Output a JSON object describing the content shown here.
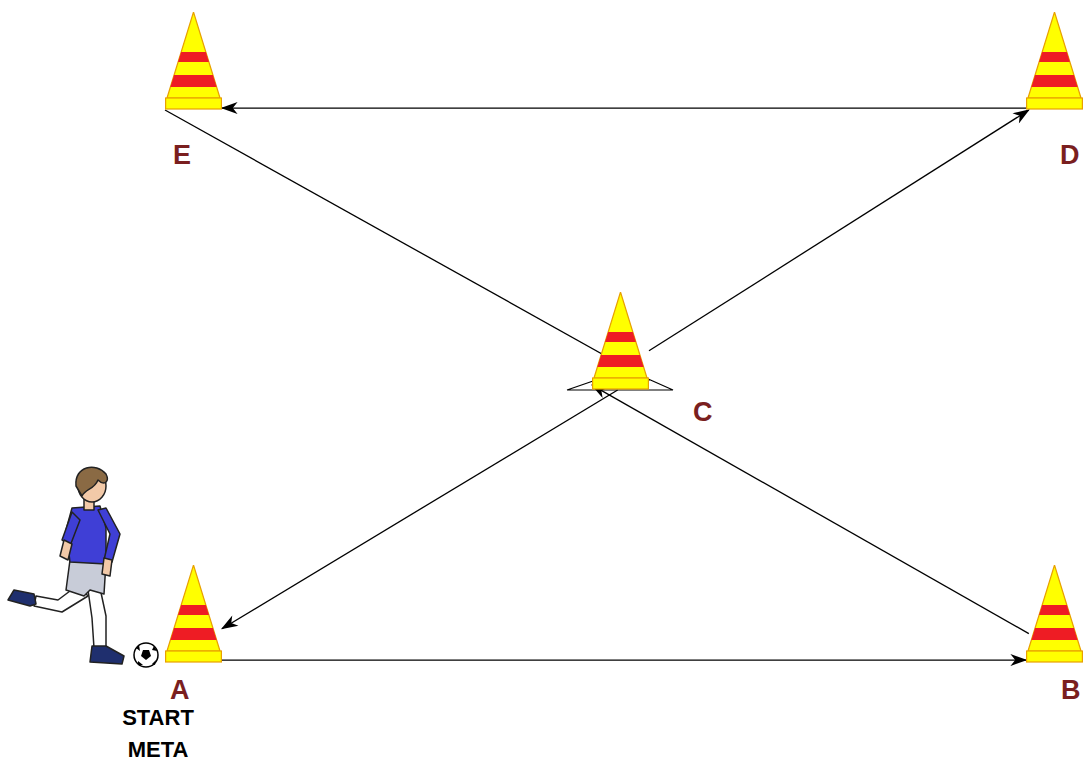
{
  "diagram": {
    "nodes": [
      {
        "text": [
          "E"
        ]
      },
      {
        "text": [
          "D"
        ]
      },
      {
        "text": [
          "C"
        ]
      },
      {
        "text": [
          "A"
        ]
      },
      {
        "text": [
          "B"
        ]
      }
    ],
    "edges": [
      {
        "from": 3,
        "to": 4,
        "arrow": "to"
      },
      {
        "from": 4,
        "to": 2,
        "arrow": "to"
      },
      {
        "from": 2,
        "to": 1,
        "arrow": "to"
      },
      {
        "from": 1,
        "to": 0,
        "arrow": "to"
      },
      {
        "from": 0,
        "to": 2,
        "arrow": "to"
      },
      {
        "from": 2,
        "to": 3,
        "arrow": "to"
      }
    ],
    "labels": [
      "START META"
    ]
  }
}
